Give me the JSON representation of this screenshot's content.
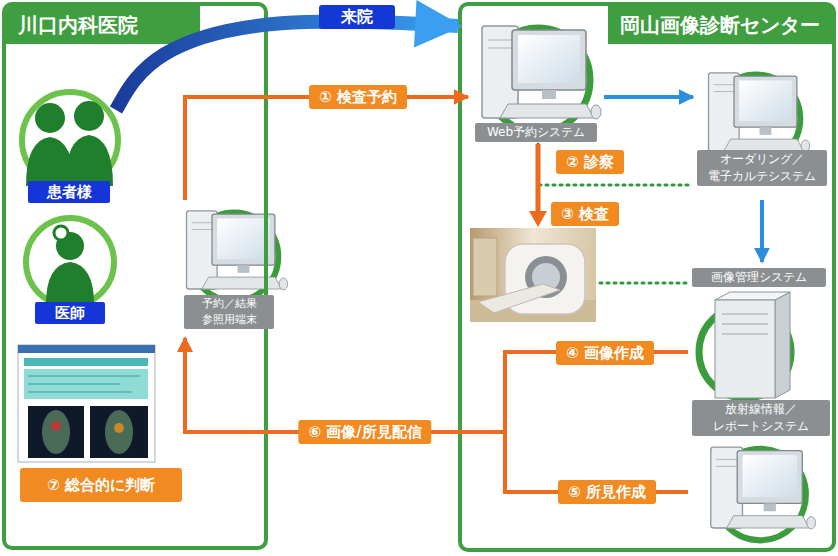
{
  "diagram": {
    "nodes": [
      {
        "text": [
          "川口内科医院"
        ]
      },
      {
        "text": [
          "患者様"
        ],
        "in": 0
      },
      {
        "text": [
          "医師"
        ],
        "in": 0
      },
      {
        "text": [
          "予約／結果 参照用端末"
        ],
        "in": 0
      },
      {
        "text": [
          "⑦ 総合的に判断"
        ],
        "in": 0
      },
      {
        "text": [
          "岡山画像診断センター"
        ]
      },
      {
        "text": [
          "Web予約システム"
        ],
        "in": 5
      },
      {
        "text": [
          "オーダリング／ 電子カルテシステム"
        ],
        "in": 5
      },
      {
        "text": [
          "画像管理システム"
        ],
        "in": 5
      },
      {
        "text": [
          "放射線情報／ レポートシステム"
        ],
        "in": 5
      }
    ],
    "edges": [
      {
        "from": 3,
        "to": 6,
        "label": "① 検査予約",
        "arrow": "to"
      },
      {
        "from": 1,
        "to": 5,
        "label": "来院",
        "arrow": "to"
      },
      {
        "from": 6,
        "to": 7,
        "arrow": "to"
      },
      {
        "from": 6,
        "to": 7,
        "label": "② 診察",
        "arrow": "none"
      },
      {
        "from": 7,
        "to": 8,
        "arrow": "to"
      },
      {
        "from": 8,
        "to": 3,
        "label": "④ 画像作成",
        "arrow": "to"
      },
      {
        "from": 9,
        "to": 3,
        "label": "⑤ 所見作成",
        "arrow": "to"
      }
    ],
    "labels": [
      "③ 検査",
      "⑥ 画像/所見配信"
    ]
  }
}
